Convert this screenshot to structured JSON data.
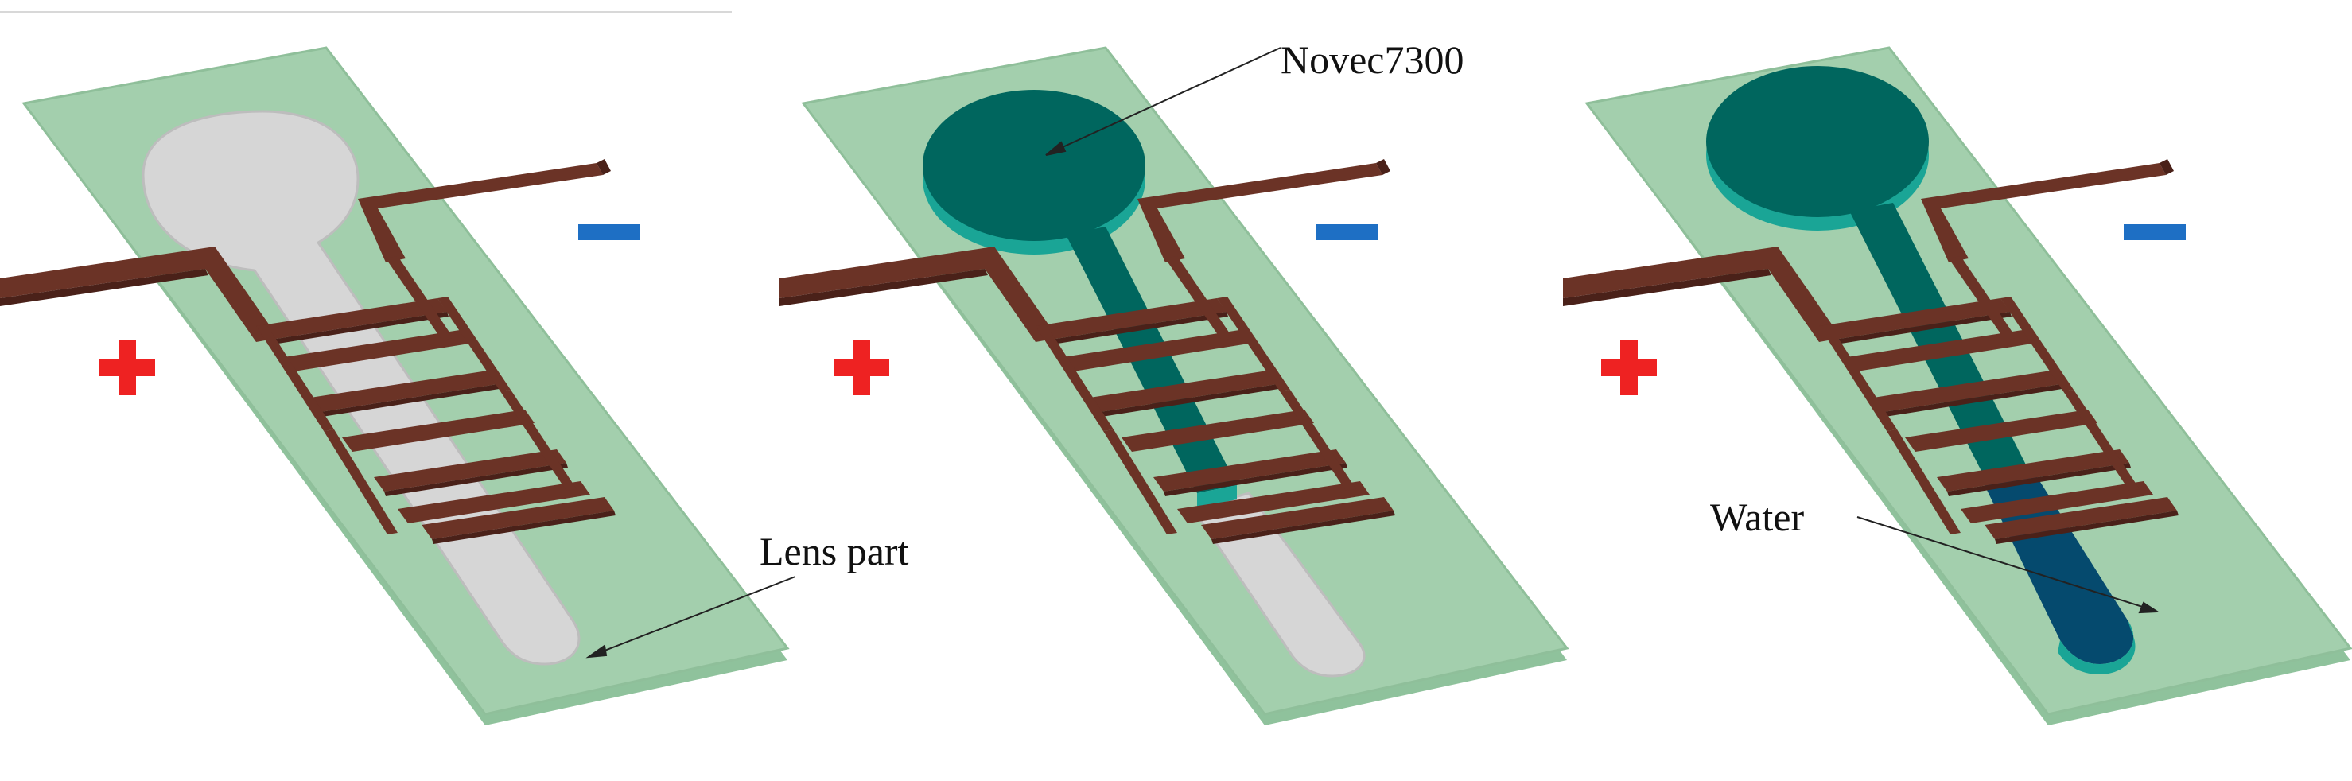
{
  "labels": {
    "novec": "Novec7300",
    "lens": "Lens part",
    "water": "Water"
  },
  "colors": {
    "substrate": "#a3cfad",
    "substrate_edge": "#8fc29c",
    "electrode": "#6b3326",
    "electrode_dark": "#4a2119",
    "channel_empty": "#d6d6d6",
    "novec": "#00665e",
    "novec_side": "#1aa596",
    "water": "#054a6e",
    "plus": "#ee2222",
    "minus": "#1e6fc4"
  },
  "panels": [
    {
      "name": "empty-channel",
      "channel": "empty"
    },
    {
      "name": "novec-filled",
      "channel": "novec"
    },
    {
      "name": "novec-water",
      "channel": "novec-water"
    }
  ]
}
